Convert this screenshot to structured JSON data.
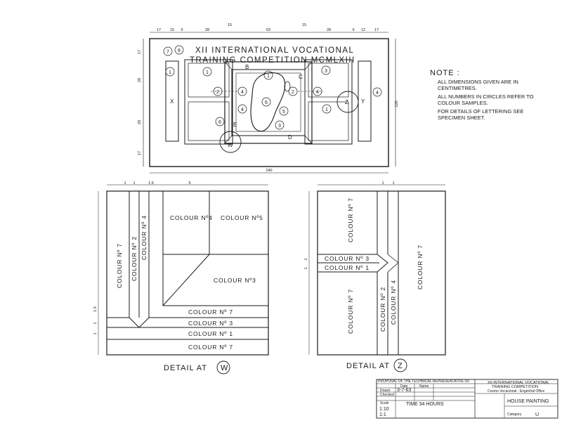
{
  "title": {
    "line1": "XII INTERNATIONAL VOCATIONAL",
    "line2": "TRAINING COMPETITION  MCMLXIII",
    "circle_left_a": "7",
    "circle_left_b": "8"
  },
  "panel": {
    "left_letter": "X",
    "right_letter": "Y",
    "letters": {
      "b": "B",
      "c": "C",
      "d": "D",
      "e": "E"
    },
    "circles": {
      "c1": "1",
      "c2": "2",
      "c3": "3",
      "c4": "4",
      "c5": "5",
      "c6": "6",
      "cw": "W",
      "cz": "Z"
    }
  },
  "dimensions": {
    "top": [
      "17",
      "15",
      "9",
      "28",
      "15",
      "63",
      "15",
      "28",
      "9",
      "12",
      "17"
    ],
    "overall_width": "240",
    "overall_height": "120",
    "left": [
      "17",
      "28",
      "28",
      "17"
    ],
    "detail_w_top": [
      "1",
      "1",
      "1.5",
      "5"
    ],
    "detail_w_left": [
      "1",
      "1",
      "1.5"
    ],
    "detail_z_top": [
      "1",
      "1"
    ],
    "detail_z_left": [
      "1",
      "1"
    ]
  },
  "note": {
    "heading": "NOTE :",
    "lines": [
      "ALL DIMENSIONS GIVEN ARE IN CENTIMETRES.",
      "ALL NUMBERS IN CIRCLES REFER TO COLOUR SAMPLES.",
      "FOR DETAILS OF LETTERING SEE SPECIMEN SHEET."
    ]
  },
  "detail_w": {
    "caption": "DETAIL AT",
    "circle": "W",
    "labels": {
      "v7": "COLOUR  Nº 7",
      "v2": "COLOUR  Nº 2",
      "v4": "COLOUR  Nº 4",
      "c4": "COLOUR  Nº4",
      "c5": "COLOUR  Nº5",
      "c3": "COLOUR  Nº3",
      "h7a": "COLOUR  Nº 7",
      "h3": "COLOUR  Nº 3",
      "h1": "COLOUR  Nº 1",
      "h7b": "COLOUR  Nº 7"
    }
  },
  "detail_z": {
    "caption": "DETAIL AT",
    "circle": "Z",
    "labels": {
      "top7": "COLOUR  Nº 7",
      "h3": "COLOUR  Nº 3",
      "h1": "COLOUR  Nº 1",
      "bot7": "COLOUR  Nº 7",
      "v2": "COLOUR  Nº 2",
      "v4": "COLOUR  Nº 4",
      "right7": "COLOUR  Nº 7"
    }
  },
  "title_block": {
    "header": "PROPOSAL OF THE TECHNICAL REPRESENTATIVE OF",
    "col_date": "Date",
    "col_name": "Name",
    "drawn": "Drawn",
    "checked": "Checked",
    "date_value": "3-7-63",
    "scale_label": "Scale",
    "scale_1": "1:10",
    "scale_2": "1:1",
    "time": "TIME 34 HOURS",
    "org_line1": "XII INTERNATIONAL VOCATIONAL",
    "org_line2": "TRAINING COMPETITION",
    "org_line3": "Cosmo Vocacional - Engenhal Office",
    "trade": "HOUSE PAINTING",
    "sheet_label": "Category",
    "sheet_value": "U"
  }
}
